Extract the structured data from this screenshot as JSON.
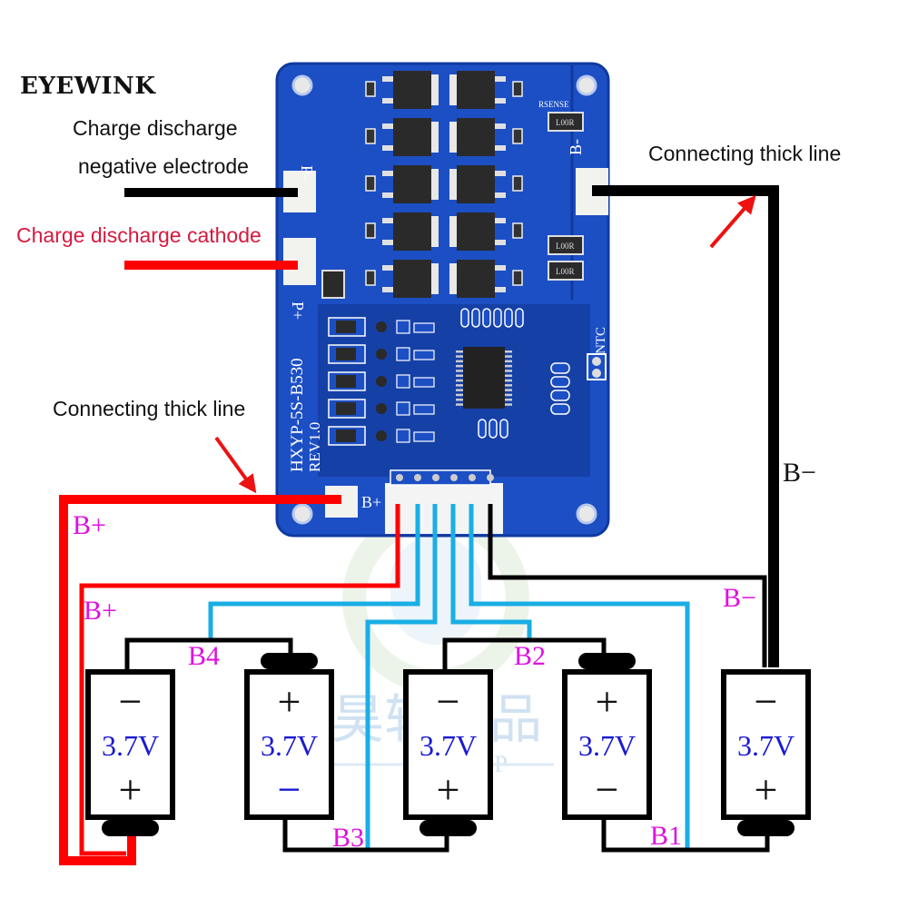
{
  "brand": "EYEWINK",
  "watermark": {
    "text_cn": "昊轩优品",
    "text_en": "HXYP"
  },
  "annotations": {
    "neg_line1": "Charge discharge",
    "neg_line2": "negative electrode",
    "cathode": "Charge discharge cathode",
    "thick_right": "Connecting thick line",
    "thick_left": "Connecting thick line"
  },
  "board": {
    "model": "HXYP-5S-B530",
    "revision": "REV1.0",
    "pad_p_minus": "P-",
    "pad_p_plus": "P+",
    "pad_b_minus": "B-",
    "pad_b_plus": "B+",
    "rsense": "RSENSE",
    "resistor_code": "L00R",
    "ntc": "NTC",
    "connector_pins": 6,
    "mosfet_count": 10
  },
  "terminals": {
    "b_plus_outer": "B+",
    "b_plus_inner": "B+",
    "b_minus_main": "B−",
    "b_minus_sense": "B−",
    "b4": "B4",
    "b3": "B3",
    "b2": "B2",
    "b1": "B1"
  },
  "cells": [
    {
      "voltage": "3.7V",
      "top": "−",
      "bottom": "+"
    },
    {
      "voltage": "3.7V",
      "top": "+",
      "bottom": "−"
    },
    {
      "voltage": "3.7V",
      "top": "−",
      "bottom": "+"
    },
    {
      "voltage": "3.7V",
      "top": "+",
      "bottom": "−"
    },
    {
      "voltage": "3.7V",
      "top": "−",
      "bottom": "+"
    }
  ],
  "colors": {
    "board": "#1c4fc4",
    "board_dark": "#123a9a",
    "wire_power_pos": "#ff0000",
    "wire_power_neg": "#000000",
    "wire_balance": "#1aaee5",
    "label_magenta": "#e010e0",
    "voltage_text": "#1a1ad0",
    "annotation_red": "#d6193f"
  }
}
